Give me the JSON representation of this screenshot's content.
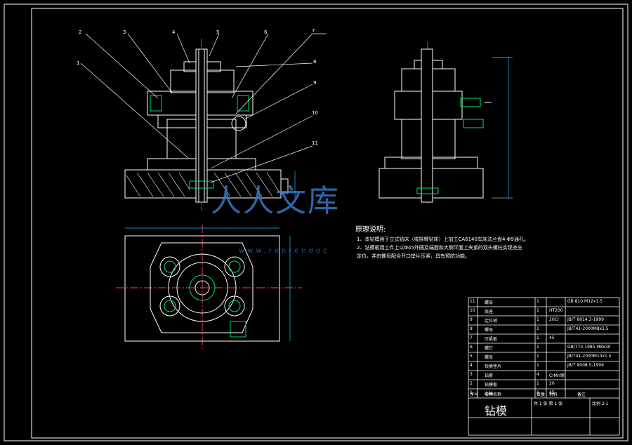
{
  "drawing": {
    "callouts": [
      "1",
      "2",
      "3",
      "4",
      "5",
      "6",
      "7",
      "8",
      "9",
      "10",
      "11"
    ],
    "notes_title": "原理说明:",
    "notes": [
      "1、本钻模用于立式钻床（或摇臂钻床）上加工CA6140车床法兰盘4-Φ9通孔。",
      "2、钻模板用工件上以Φ45外圆及端面和大侧平面上夹紧的双头螺柱实现完全",
      "定位，并由螺母配合开口垫片压紧，具有预防功能。"
    ]
  },
  "watermark": {
    "text": "人人文库",
    "url": "www.renrendoc"
  },
  "title_block": {
    "drawing_name": "钻模",
    "rows": [
      {
        "no": "11",
        "name": "螺母",
        "qty": "1",
        "material": "",
        "standard": "GB 810 M12x1.5"
      },
      {
        "no": "10",
        "name": "底座",
        "qty": "1",
        "material": "HT200",
        "standard": ""
      },
      {
        "no": "9",
        "name": "定位销",
        "qty": "1",
        "material": "20Cr",
        "standard": "JB/T 8014.3-1999"
      },
      {
        "no": "8",
        "name": "螺母",
        "qty": "1",
        "material": "",
        "standard": "JB/T41-2000M8x1.5"
      },
      {
        "no": "7",
        "name": "压紧板",
        "qty": "1",
        "material": "45",
        "standard": ""
      },
      {
        "no": "6",
        "name": "螺钉",
        "qty": "1",
        "material": "",
        "standard": "GB/T73-1985 M8x30"
      },
      {
        "no": "5",
        "name": "螺母",
        "qty": "1",
        "material": "",
        "standard": "JB/T41-2000M10x1.5"
      },
      {
        "no": "4",
        "name": "快换垫片",
        "qty": "1",
        "material": "",
        "standard": "JB/T 8008.5-1999"
      },
      {
        "no": "3",
        "name": "钻套",
        "qty": "4",
        "material": "CrMn钢",
        "standard": ""
      },
      {
        "no": "2",
        "name": "钻模板",
        "qty": "1",
        "material": "20",
        "standard": ""
      },
      {
        "no": "1",
        "name": "心轴",
        "qty": "1",
        "material": "45",
        "standard": ""
      }
    ],
    "header": {
      "no": "序号",
      "name": "零件名称",
      "qty": "数量",
      "material": "材料",
      "note": "备注"
    },
    "scale_label": "比例 2:1",
    "sheet_label": "共 1 张  第 1 张"
  }
}
